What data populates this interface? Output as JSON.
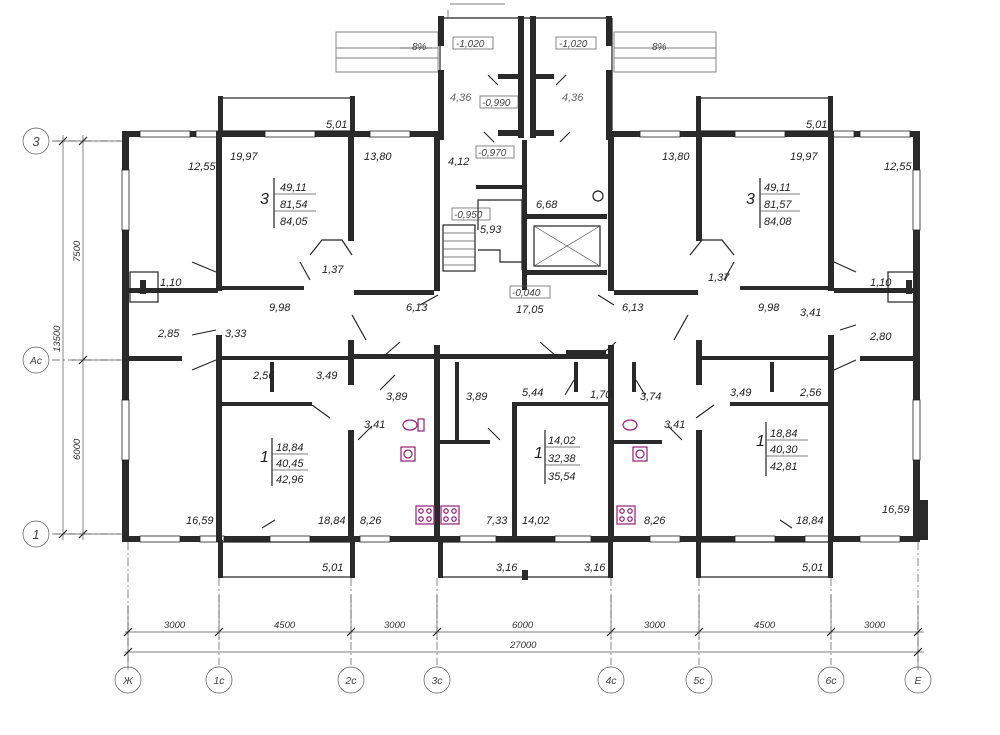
{
  "room_areas": [
    "12,55",
    "19,97",
    "5,01",
    "13,80",
    "4,12",
    "6,68",
    "13,80",
    "5,01",
    "19,97",
    "12,55",
    "1,37",
    "1,37",
    "1,10",
    "1,10",
    "9,98",
    "6,13",
    "17,05",
    "6,13",
    "9,98",
    "3,41",
    "2,85",
    "3,33",
    "2,80",
    "5,93",
    "2,56",
    "3,49",
    "3,89",
    "3,89",
    "5,44",
    "1,70",
    "3,74",
    "3,49",
    "2,56",
    "3,41",
    "3,41",
    "16,59",
    "18,84",
    "8,26",
    "7,33",
    "14,02",
    "8,26",
    "18,84",
    "16,59",
    "5,01",
    "3,16",
    "3,16",
    "5,01",
    "4,36",
    "4,36"
  ],
  "levels": [
    "-1,020",
    "-1,020",
    "-0,990",
    "-0,970",
    "-0,950",
    "-0,040"
  ],
  "slopes": [
    "8%",
    "8%"
  ],
  "apartments": [
    {
      "rooms": "3",
      "a": "49,11",
      "b": "81,54",
      "c": "84,05"
    },
    {
      "rooms": "3",
      "a": "49,11",
      "b": "81,57",
      "c": "84,08"
    },
    {
      "rooms": "1",
      "a": "18,84",
      "b": "40,45",
      "c": "42,96"
    },
    {
      "rooms": "1",
      "a": "14,02",
      "b": "32,38",
      "c": "35,54"
    },
    {
      "rooms": "1",
      "a": "18,84",
      "b": "40,30",
      "c": "42,81"
    }
  ],
  "dimensions_h": [
    "3000",
    "4500",
    "3000",
    "6000",
    "3000",
    "4500",
    "3000"
  ],
  "dimension_total_h": "27000",
  "dimensions_v": [
    "7500",
    "6000"
  ],
  "dimension_total_v": "13500",
  "axes_h": [
    "Ж",
    "1с",
    "2с",
    "3с",
    "4с",
    "5с",
    "6с",
    "Е"
  ],
  "axes_v": [
    "3",
    "Ас",
    "1"
  ],
  "colors": {
    "lines": "#222222",
    "fixtures": "#9b2d7f",
    "background": "#ffffff"
  }
}
